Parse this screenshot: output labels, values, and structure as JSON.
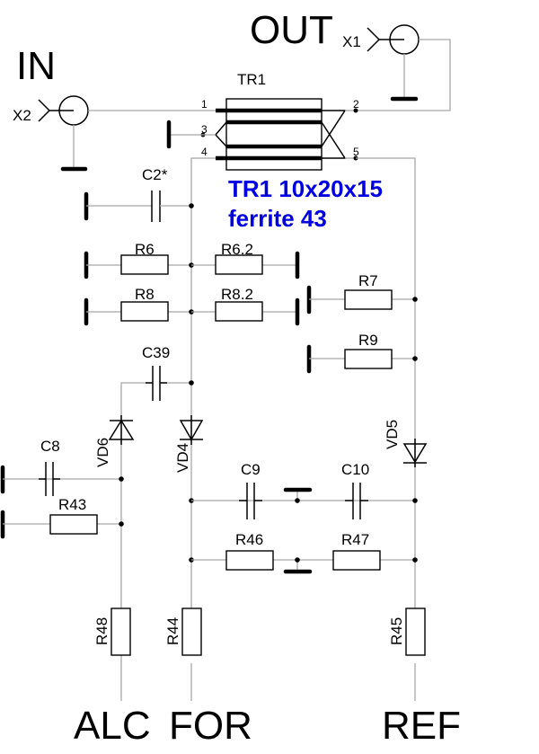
{
  "ports": {
    "in": {
      "label": "IN",
      "connector": "X2"
    },
    "out": {
      "label": "OUT",
      "connector": "X1"
    },
    "alc": "ALC",
    "for": "FOR",
    "ref": "REF"
  },
  "transformer": {
    "ref": "TR1",
    "pins": [
      "1",
      "2",
      "3",
      "4",
      "5"
    ],
    "note_line1": "TR1 10x20x15",
    "note_line2": "ferrite 43",
    "note_color": "#0000e0"
  },
  "components": {
    "c2": "C2*",
    "r6": "R6",
    "r6_2": "R6.2",
    "r8": "R8",
    "r8_2": "R8.2",
    "r7": "R7",
    "r9": "R9",
    "c39": "C39",
    "c8": "C8",
    "r43": "R43",
    "vd6": "VD6",
    "vd4": "VD4",
    "vd5": "VD5",
    "c9": "C9",
    "c10": "C10",
    "r46": "R46",
    "r47": "R47",
    "r48": "R48",
    "r44": "R44",
    "r45": "R45"
  }
}
